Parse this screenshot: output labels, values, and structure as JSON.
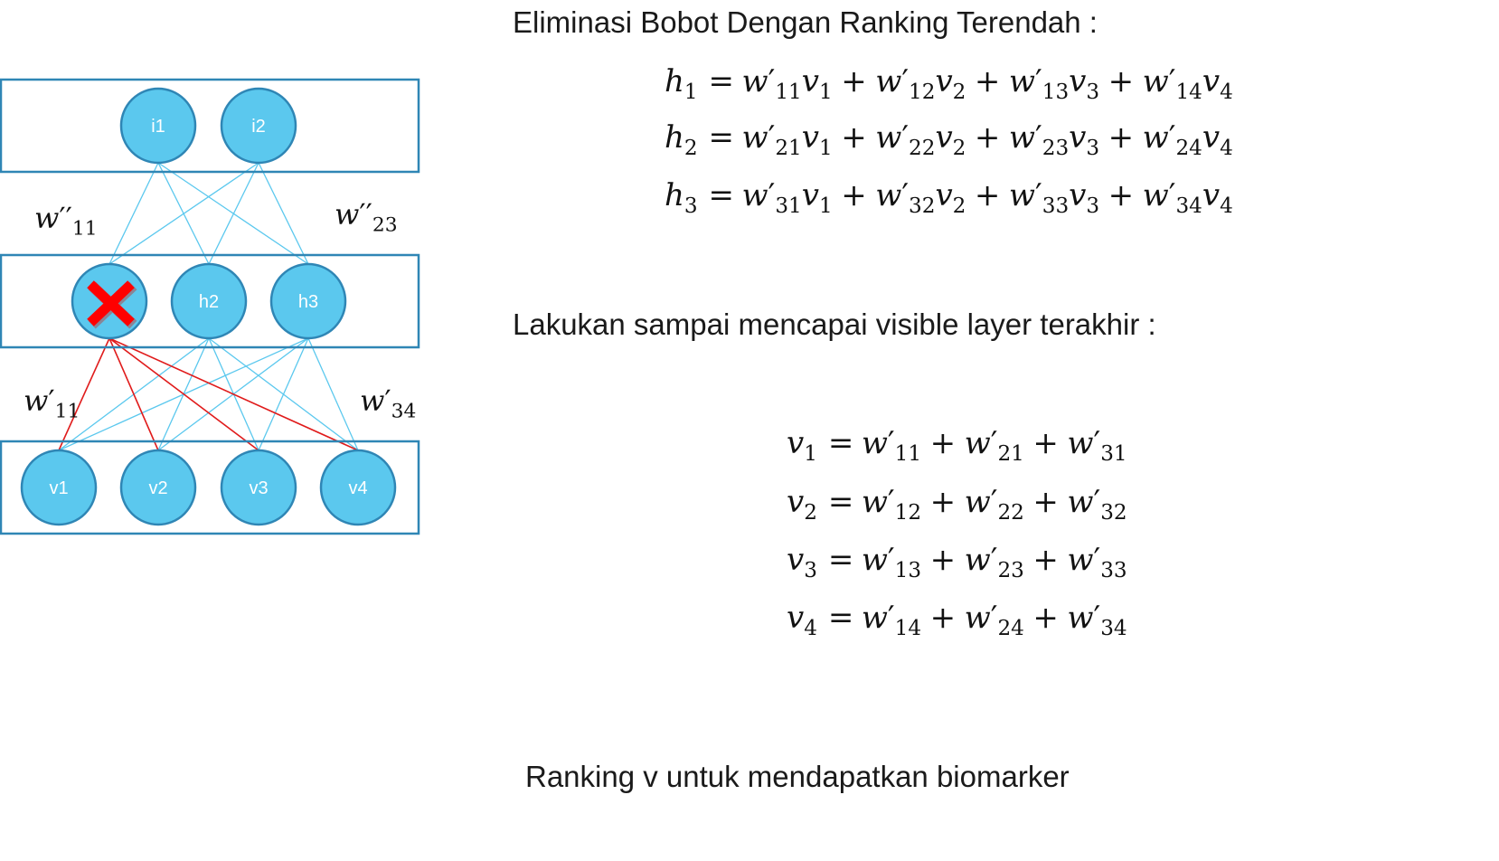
{
  "headings": {
    "eliminate": "Eliminasi Bobot Dengan Ranking Terendah :",
    "repeat": "Lakukan sampai mencapai visible layer terakhir :",
    "ranking": "Ranking v untuk mendapatkan biomarker"
  },
  "network": {
    "top_layer": [
      "i1",
      "i2"
    ],
    "hidden_layer": [
      "",
      "h2",
      "h3"
    ],
    "visible_layer": [
      "v1",
      "v2",
      "v3",
      "v4"
    ],
    "eliminated_node": "h1",
    "node_color": "#5bc8ee",
    "node_border": "#2f86b5",
    "layer_border": "#2f86b5",
    "link_color": "#5bc8ee",
    "eliminated_link_color": "#e01b1b",
    "cross_color": "#ff0000"
  },
  "weight_labels": {
    "w11_double": {
      "base": "w",
      "prime": "′′",
      "sub": "11"
    },
    "w23_double": {
      "base": "w",
      "prime": "′′",
      "sub": "23"
    },
    "w11_single": {
      "base": "w",
      "prime": "′",
      "sub": "11"
    },
    "w34_single": {
      "base": "w",
      "prime": "′",
      "sub": "34"
    }
  },
  "h_equations": [
    {
      "lhs": "h",
      "lhs_sub": "1",
      "terms": [
        {
          "w": "11",
          "v": "1"
        },
        {
          "w": "12",
          "v": "2"
        },
        {
          "w": "13",
          "v": "3"
        },
        {
          "w": "14",
          "v": "4"
        }
      ]
    },
    {
      "lhs": "h",
      "lhs_sub": "2",
      "terms": [
        {
          "w": "21",
          "v": "1"
        },
        {
          "w": "22",
          "v": "2"
        },
        {
          "w": "23",
          "v": "3"
        },
        {
          "w": "24",
          "v": "4"
        }
      ]
    },
    {
      "lhs": "h",
      "lhs_sub": "3",
      "terms": [
        {
          "w": "31",
          "v": "1"
        },
        {
          "w": "32",
          "v": "2"
        },
        {
          "w": "33",
          "v": "3"
        },
        {
          "w": "34",
          "v": "4"
        }
      ]
    }
  ],
  "v_equations": [
    {
      "lhs": "v",
      "lhs_sub": "1",
      "terms": [
        "11",
        "21",
        "31"
      ]
    },
    {
      "lhs": "v",
      "lhs_sub": "2",
      "terms": [
        "12",
        "22",
        "32"
      ]
    },
    {
      "lhs": "v",
      "lhs_sub": "3",
      "terms": [
        "13",
        "23",
        "33"
      ]
    },
    {
      "lhs": "v",
      "lhs_sub": "4",
      "terms": [
        "14",
        "24",
        "34"
      ]
    }
  ],
  "symbols": {
    "equals": "=",
    "plus": "+",
    "w": "w",
    "prime": "′"
  }
}
